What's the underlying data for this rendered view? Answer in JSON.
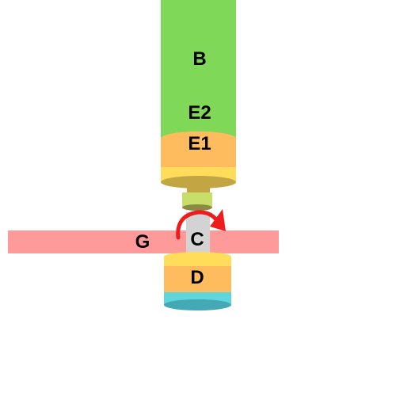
{
  "labels": {
    "b": "B",
    "e2": "E2",
    "e1": "E1",
    "g": "G",
    "c": "C",
    "d": "D"
  },
  "colors": {
    "green": "#7fd858",
    "orange": "#ffbc5e",
    "yellow": "#ffdc5a",
    "olive": "#c2a644",
    "lime": "#c7de6a",
    "salmon": "#ff9a9a",
    "gray": "#d3d3d3",
    "cyan": "#5ed6dc",
    "teal": "#45a8b6",
    "red": "#ee1c1c"
  },
  "icons": {
    "rotation_arrow": "curved-arrow-icon"
  }
}
